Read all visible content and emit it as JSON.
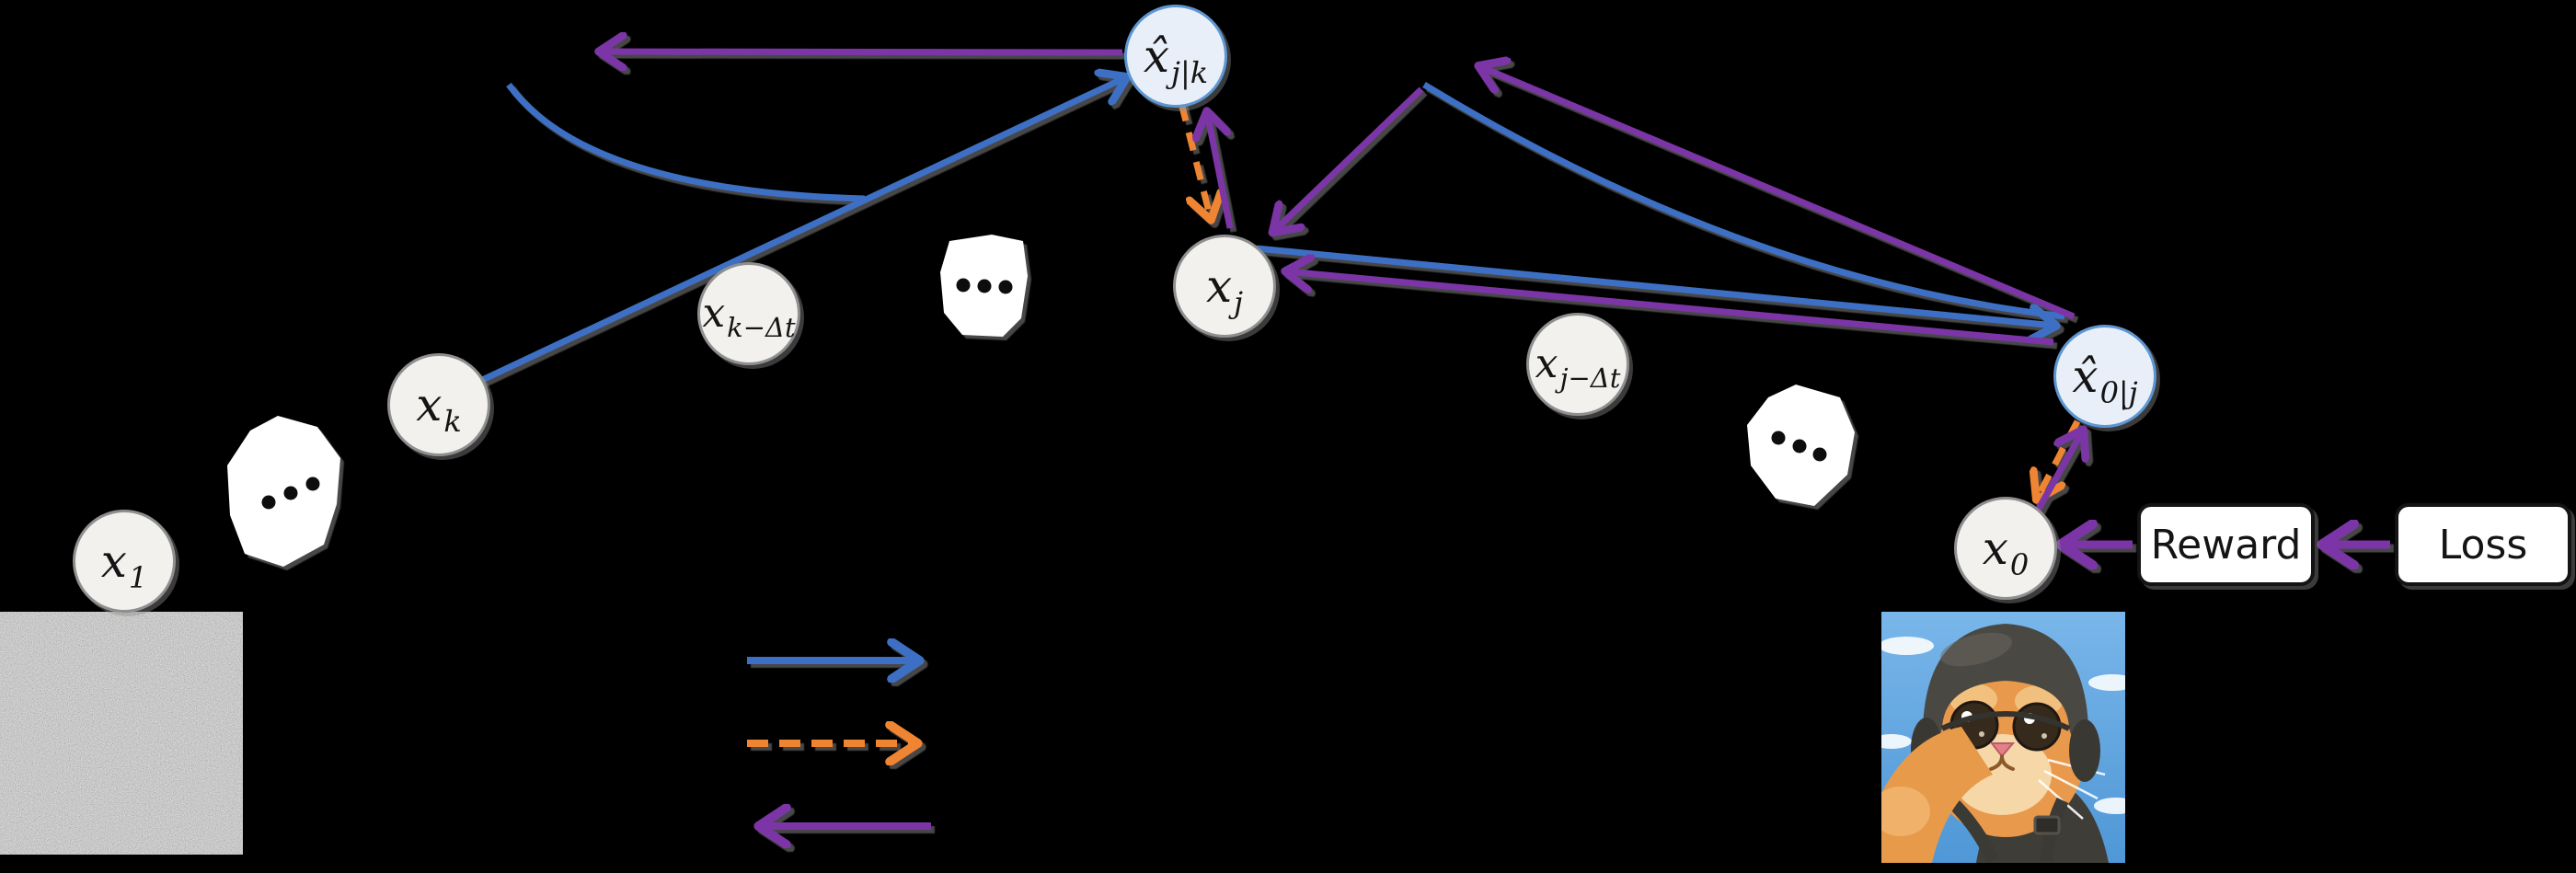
{
  "figure": {
    "background": "#000000",
    "colors": {
      "forward_blue": "#3d6fc4",
      "noise_orange": "#ef8533",
      "gradient_purple": "#7b34a6",
      "node_fill_gray": "#f2f1ee",
      "node_border_gray": "#8f8f8f",
      "node_fill_blue": "#e9eff9",
      "node_border_blue": "#5d96d2",
      "box_fill": "#ffffff",
      "box_border": "#141414",
      "text": "#141414",
      "shadow": "#8c8c8c",
      "blob_fill": "#ffffff",
      "dot_fill": "#101010"
    },
    "nodes": {
      "x1": {
        "base": "x",
        "sub": "1"
      },
      "xk": {
        "base": "x",
        "sub": "k"
      },
      "xkdt": {
        "base": "x",
        "sub": "k−Δt"
      },
      "xj": {
        "base": "x",
        "sub": "j"
      },
      "xjdt": {
        "base": "x",
        "sub": "j−Δt"
      },
      "x0": {
        "base": "x",
        "sub": "0"
      },
      "xhat_jk": {
        "base": "x̂",
        "sub": "j|k"
      },
      "xhat_0j": {
        "base": "x̂",
        "sub": "0|j"
      }
    },
    "boxes": {
      "reward_label": "Reward",
      "loss_label": "Loss"
    },
    "legend_rows": [
      {
        "color": "#3d6fc4",
        "dashed": false,
        "direction": "right"
      },
      {
        "color": "#ef8533",
        "dashed": true,
        "direction": "right"
      },
      {
        "color": "#7b34a6",
        "dashed": false,
        "direction": "left"
      }
    ],
    "images": {
      "noise_label": "gaussian-noise-image",
      "cat_label": "kitten-selfie-with-helmet-image"
    }
  }
}
